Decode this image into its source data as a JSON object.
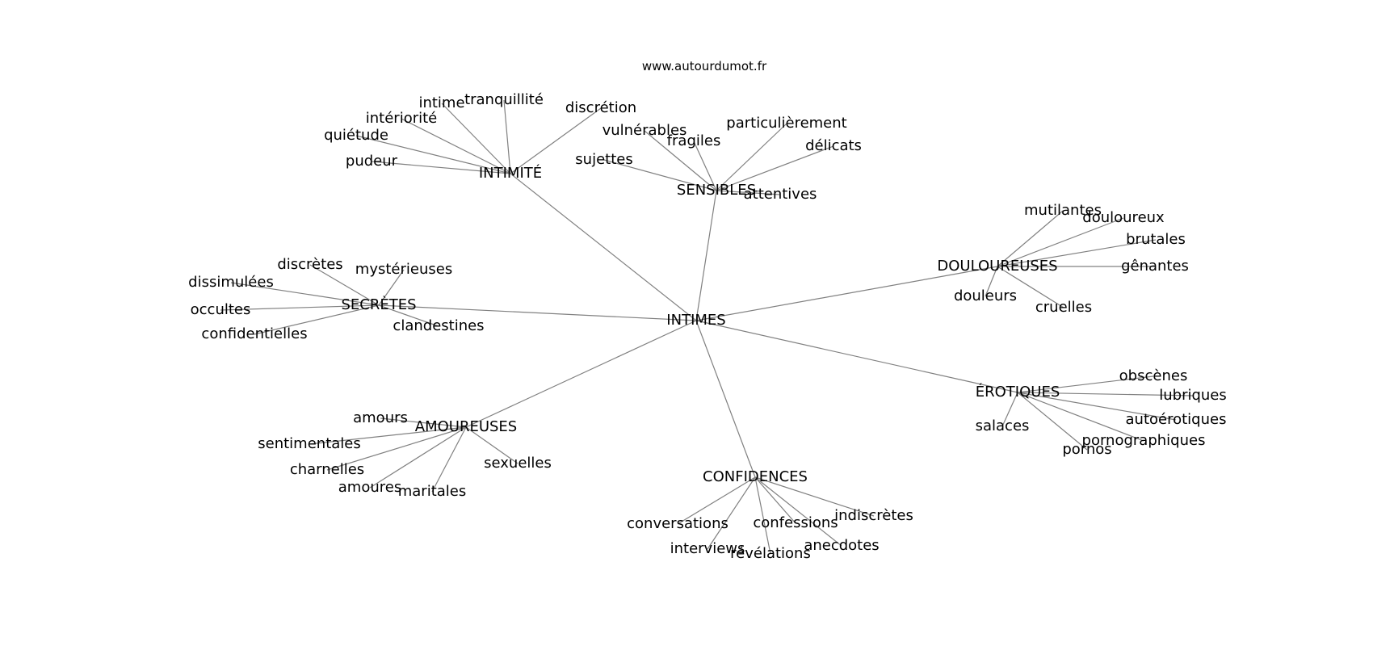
{
  "site": "www.autourdumot.fr",
  "center": "INTIMES",
  "clusters": [
    {
      "label": "INTIMITÉ",
      "words": [
        "intime",
        "tranquillité",
        "discrétion",
        "intériorité",
        "quiétude",
        "pudeur"
      ]
    },
    {
      "label": "SENSIBLES",
      "words": [
        "vulnérables",
        "fragiles",
        "particulièrement",
        "délicats",
        "sujettes",
        "attentives"
      ]
    },
    {
      "label": "DOULOUREUSES",
      "words": [
        "mutilantes",
        "douloureux",
        "brutales",
        "gênantes",
        "douleurs",
        "cruelles"
      ]
    },
    {
      "label": "SECRÈTES",
      "words": [
        "discrètes",
        "mystérieuses",
        "dissimulées",
        "occultes",
        "confidentielles",
        "clandestines"
      ]
    },
    {
      "label": "ÉROTIQUES",
      "words": [
        "obscènes",
        "lubriques",
        "autoérotiques",
        "salaces",
        "pornographiques",
        "pornos"
      ]
    },
    {
      "label": "AMOUREUSES",
      "words": [
        "amours",
        "sentimentales",
        "charnelles",
        "amoures",
        "maritales",
        "sexuelles"
      ]
    },
    {
      "label": "CONFIDENCES",
      "words": [
        "indiscrètes",
        "conversations",
        "confessions",
        "interviews",
        "révélations",
        "anecdotes"
      ]
    }
  ]
}
